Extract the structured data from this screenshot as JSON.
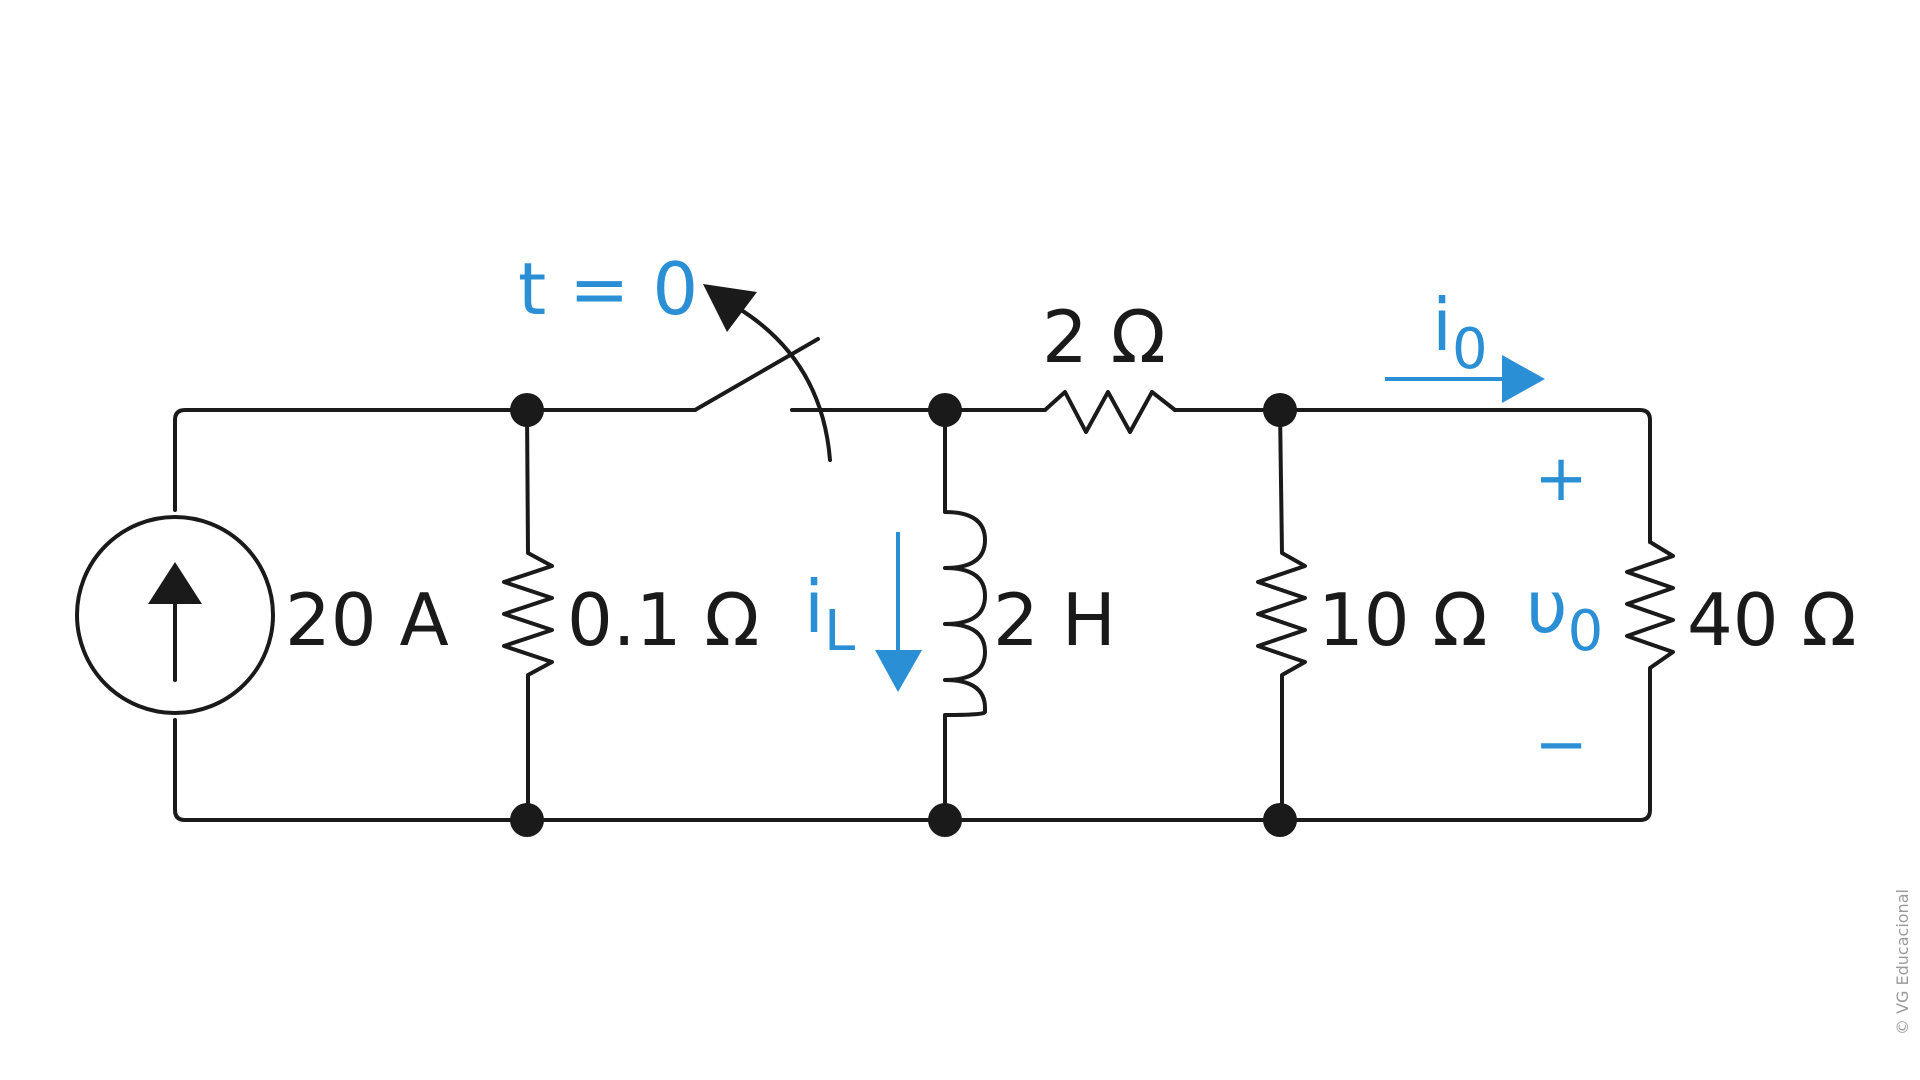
{
  "diagram": {
    "source": {
      "value": "20 A"
    },
    "r1": {
      "value": "0.1 Ω"
    },
    "switch": {
      "time_label": "t = 0"
    },
    "inductor": {
      "value": "2 H",
      "current_main": "i",
      "current_sub": "L"
    },
    "r_series": {
      "value": "2 Ω"
    },
    "r2": {
      "value": "10 Ω"
    },
    "r3": {
      "value": "40 Ω"
    },
    "output_current": {
      "main": "i",
      "sub": "0"
    },
    "output_voltage": {
      "main": "υ",
      "sub": "0",
      "plus": "+",
      "minus": "−"
    },
    "copyright": "© VG Educacional"
  },
  "colors": {
    "wire": "#1a1a1a",
    "accent": "#2a8fd4",
    "background": "#ffffff",
    "copyright": "#9a9a9a"
  }
}
